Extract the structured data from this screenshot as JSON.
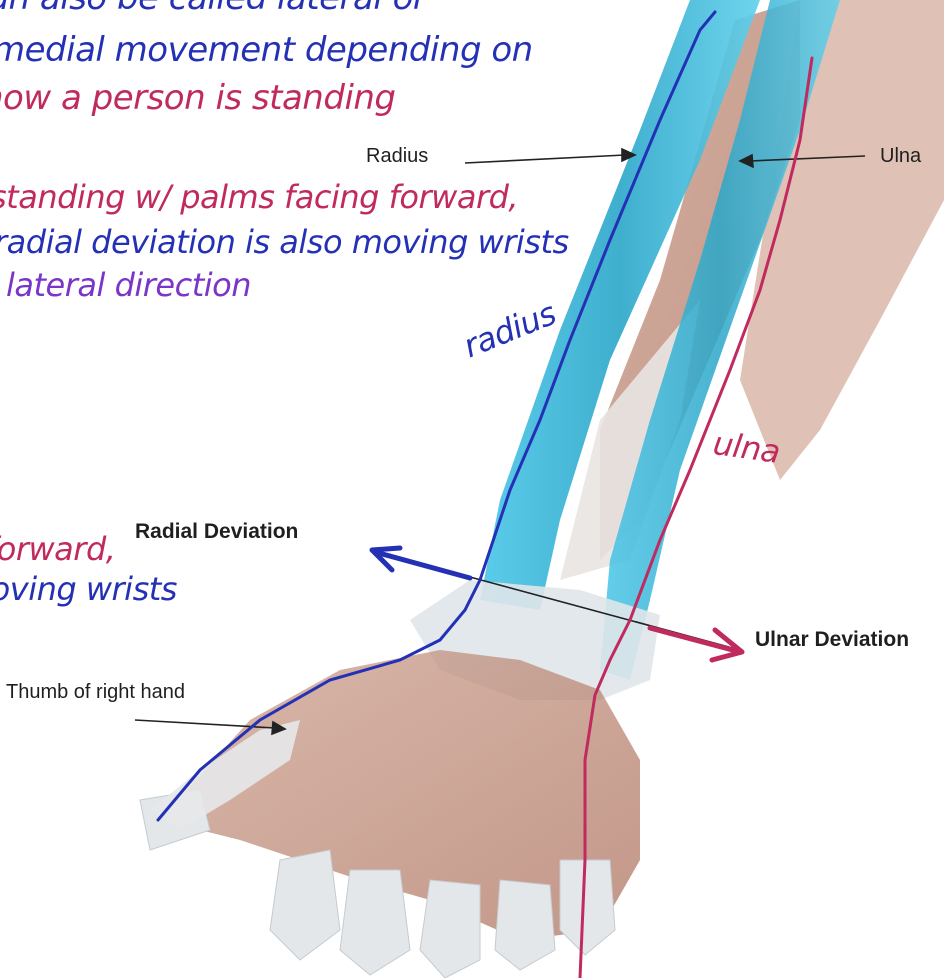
{
  "labels": {
    "radius": "Radius",
    "ulna": "Ulna",
    "radial_deviation": "Radial Deviation",
    "ulnar_deviation": "Ulnar Deviation",
    "thumb": "Thumb of right hand"
  },
  "handwritten": {
    "line1": "can also be called lateral or",
    "line2": "medial movement depending on",
    "line3": "how a person is standing",
    "line4": "standing w/ palms facing forward,",
    "line5": "radial deviation is also moving wrists",
    "line6": "lateral direction",
    "radius_note": "radius",
    "ulna_note": "ulna",
    "left1": "forward,",
    "left2": "moving wrists"
  },
  "colors": {
    "blue_ink": "#2431b5",
    "magenta_ink": "#c02a5e",
    "purple_ink": "#7a35c9",
    "bone_cyan": "#39bfe0",
    "muscle": "#b57a64"
  }
}
